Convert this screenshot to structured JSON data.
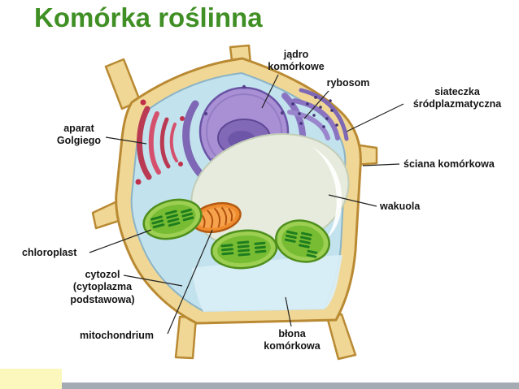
{
  "slide": {
    "title": "Komórka roślinna"
  },
  "labels": {
    "nucleus": {
      "lines": [
        "jądro",
        "komórkowe"
      ]
    },
    "ribosome": {
      "lines": [
        "rybosom"
      ]
    },
    "endoplasmic_reticulum": {
      "lines": [
        "siateczka",
        "śródplazmatyczna"
      ]
    },
    "golgi": {
      "lines": [
        "aparat",
        "Golgiego"
      ]
    },
    "cell_wall": {
      "lines": [
        "ściana komórkowa"
      ]
    },
    "vacuole": {
      "lines": [
        "wakuola"
      ]
    },
    "chloroplast": {
      "lines": [
        "chloroplast"
      ]
    },
    "cytosol": {
      "lines": [
        "cytozol",
        "(cytoplazma",
        "podstawowa)"
      ]
    },
    "mitochondrion": {
      "lines": [
        "mitochondrium"
      ]
    },
    "cell_membrane": {
      "lines": [
        "błona",
        "komórkowa"
      ]
    }
  },
  "colors": {
    "title_green": "#3f8f24",
    "cell_wall_tan": "#f0d795",
    "cell_wall_edge": "#b98a33",
    "cytoplasm_blue": "#c2e2ee",
    "nucleus_purple": "#a990d4",
    "nucleolus_purple": "#8169b8",
    "vacuole_gray": "#e6ebdd",
    "chloroplast_green": "#9ccf52",
    "mitochondrion_orange": "#ef8c2f",
    "golgi_red": "#b93a52",
    "footer_yellow": "#fcf7bd",
    "footer_gray": "#a4abb2"
  }
}
